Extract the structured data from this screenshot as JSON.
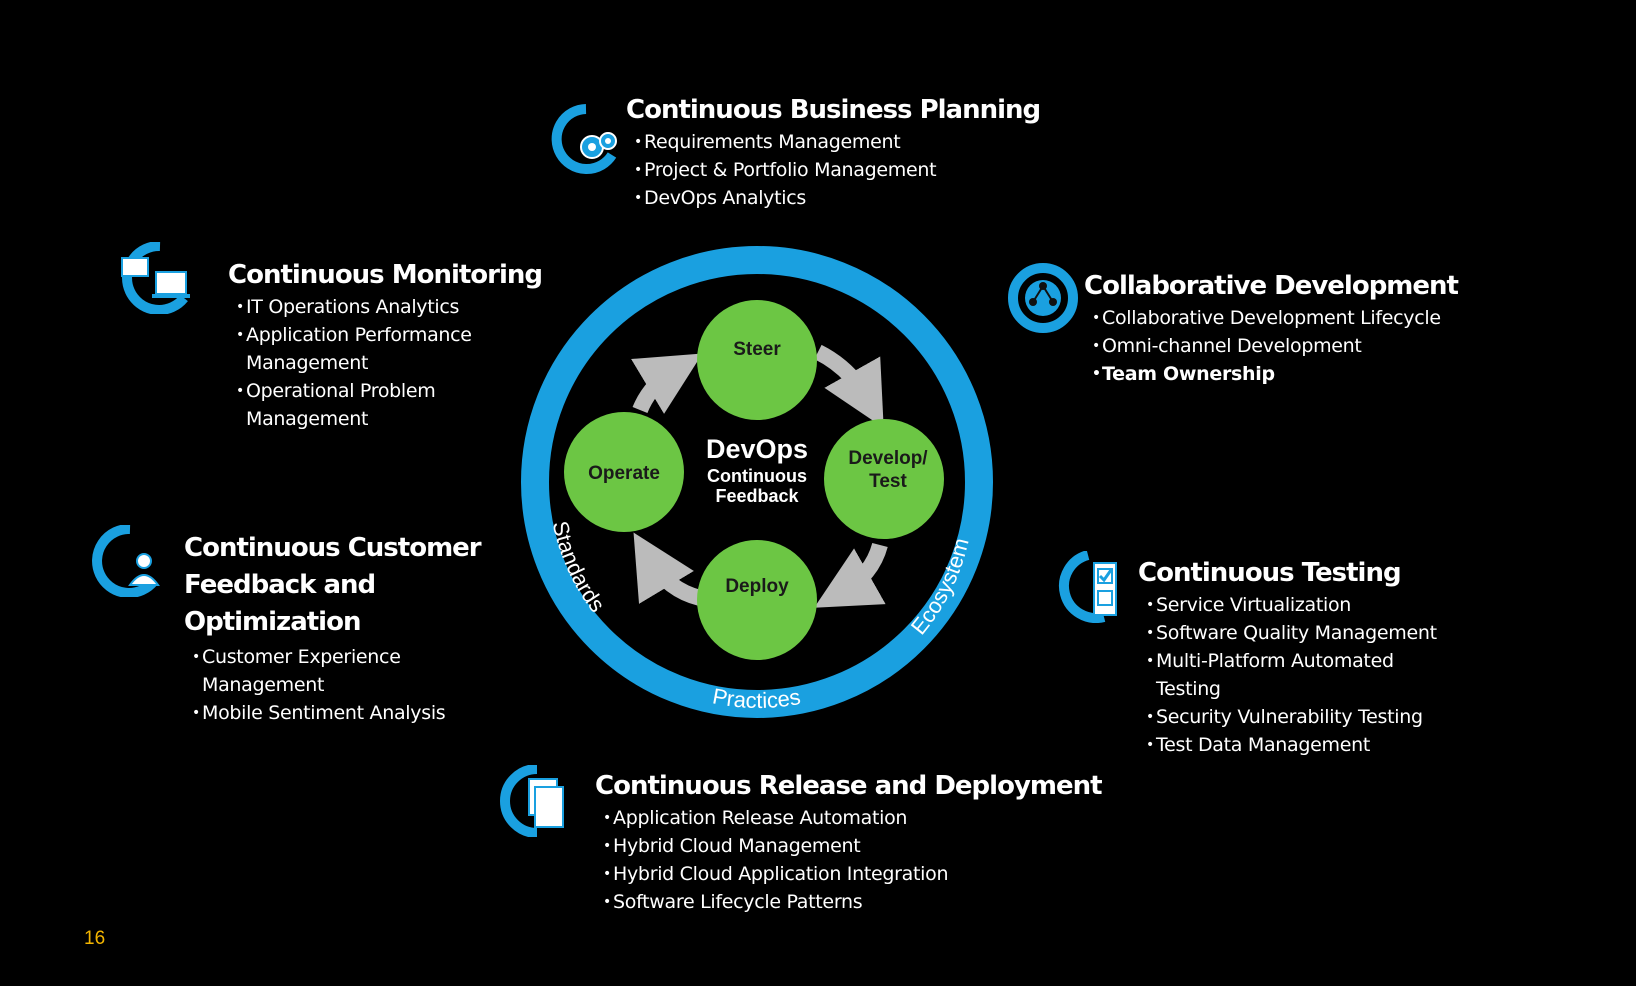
{
  "colors": {
    "background": "#000000",
    "ring_blue": "#1aa0e0",
    "node_green": "#6cc644",
    "arrow_gray": "#bbbbbb",
    "page_number": "#f2b400"
  },
  "center": {
    "title": "DevOps",
    "subtitle_line1": "Continuous",
    "subtitle_line2": "Feedback",
    "nodes": {
      "steer": "Steer",
      "develop_line1": "Develop/",
      "develop_line2": "Test",
      "deploy": "Deploy",
      "operate": "Operate"
    },
    "ring_labels": {
      "standards": "Standards",
      "practices": "Practices",
      "ecosystem": "Ecosystem"
    }
  },
  "sections": {
    "business_planning": {
      "icon": "gears-cycle-icon",
      "title": "Continuous Business Planning",
      "items": [
        "Requirements Management",
        "Project & Portfolio Management",
        "DevOps Analytics"
      ]
    },
    "monitoring": {
      "icon": "monitors-cycle-icon",
      "title": "Continuous Monitoring",
      "items": [
        "IT Operations Analytics",
        "Application Performance Management",
        "Operational Problem Management"
      ]
    },
    "collaborative": {
      "icon": "network-cycle-icon",
      "title": "Collaborative Development",
      "items": [
        "Collaborative Development Lifecycle",
        "Omni-channel Development",
        "Team Ownership"
      ]
    },
    "customer_feedback": {
      "icon": "user-cycle-icon",
      "title": "Continuous Customer Feedback and Optimization",
      "items": [
        "Customer Experience Management",
        "Mobile Sentiment Analysis"
      ]
    },
    "testing": {
      "icon": "checklist-cycle-icon",
      "title": "Continuous Testing",
      "items": [
        "Service Virtualization",
        "Software Quality Management",
        "Multi-Platform Automated Testing",
        "Security Vulnerability Testing",
        "Test Data Management"
      ]
    },
    "release": {
      "icon": "documents-cycle-icon",
      "title": "Continuous Release and Deployment",
      "items": [
        "Application Release Automation",
        "Hybrid Cloud Management",
        "Hybrid Cloud Application Integration",
        "Software Lifecycle Patterns"
      ]
    }
  },
  "page_number": "16"
}
